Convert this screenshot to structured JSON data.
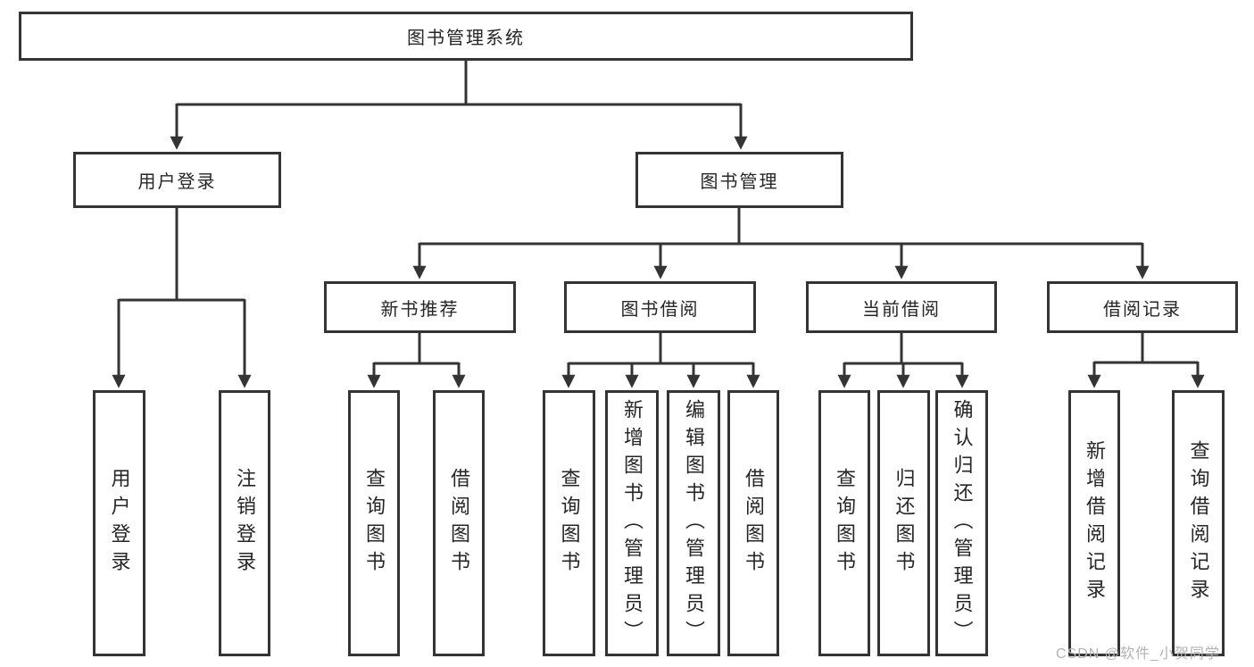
{
  "diagram_title": "图书管理系统",
  "watermark": "CSDN @软件_小贺同学",
  "colors": {
    "line": "#343434",
    "box_border": "#343434",
    "box_fill": "#ffffff",
    "text": "#262626",
    "watermark": "#b3b3b3",
    "background": "#ffffff"
  },
  "nodes": {
    "root": {
      "label": "图书管理系统"
    },
    "user_login": {
      "label": "用户登录"
    },
    "book_mgmt": {
      "label": "图书管理"
    },
    "new_book_rec": {
      "label": "新书推荐"
    },
    "book_borrow": {
      "label": "图书借阅"
    },
    "current_borrow": {
      "label": "当前借阅"
    },
    "borrow_record": {
      "label": "借阅记录"
    },
    "leaf_user_login": {
      "label": "用户登录"
    },
    "leaf_logout": {
      "label": "注销登录"
    },
    "leaf_rec_query": {
      "label": "查询图书"
    },
    "leaf_rec_borrow": {
      "label": "借阅图书"
    },
    "leaf_bb_query": {
      "label": "查询图书"
    },
    "leaf_bb_add": {
      "label": "新增图书（管理员）"
    },
    "leaf_bb_edit": {
      "label": "编辑图书（管理员）"
    },
    "leaf_bb_borrow": {
      "label": "借阅图书"
    },
    "leaf_cb_query": {
      "label": "查询图书"
    },
    "leaf_cb_return": {
      "label": "归还图书"
    },
    "leaf_cb_confirm": {
      "label": "确认归还（管理员）"
    },
    "leaf_br_add": {
      "label": "新增借阅记录"
    },
    "leaf_br_query": {
      "label": "查询借阅记录"
    }
  },
  "hierarchy": {
    "root": "图书管理系统",
    "children_of_root": [
      "用户登录",
      "图书管理"
    ],
    "children_of_user_login": [
      "用户登录",
      "注销登录"
    ],
    "children_of_book_mgmt": [
      "新书推荐",
      "图书借阅",
      "当前借阅",
      "借阅记录"
    ],
    "children_of_new_book_rec": [
      "查询图书",
      "借阅图书"
    ],
    "children_of_book_borrow": [
      "查询图书",
      "新增图书（管理员）",
      "编辑图书（管理员）",
      "借阅图书"
    ],
    "children_of_current_borrow": [
      "查询图书",
      "归还图书",
      "确认归还（管理员）"
    ],
    "children_of_borrow_record": [
      "新增借阅记录",
      "查询借阅记录"
    ]
  }
}
